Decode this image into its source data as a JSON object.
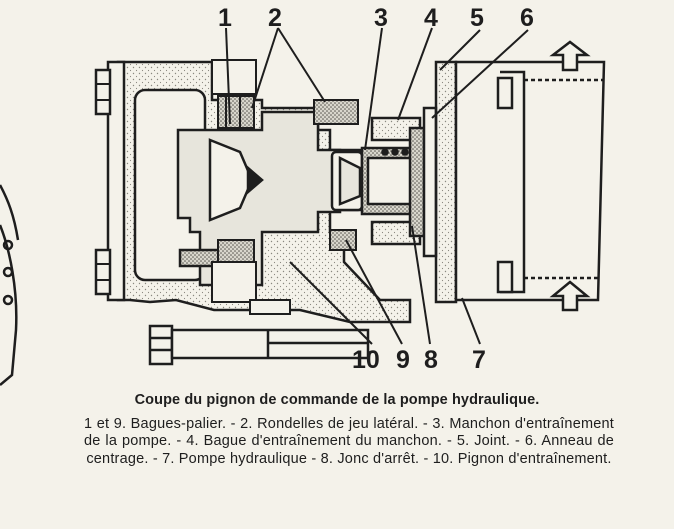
{
  "callouts": [
    {
      "id": "1",
      "label": "1"
    },
    {
      "id": "2",
      "label": "2"
    },
    {
      "id": "3",
      "label": "3"
    },
    {
      "id": "4",
      "label": "4"
    },
    {
      "id": "5",
      "label": "5"
    },
    {
      "id": "6",
      "label": "6"
    },
    {
      "id": "7",
      "label": "7"
    },
    {
      "id": "8",
      "label": "8"
    },
    {
      "id": "9",
      "label": "9"
    },
    {
      "id": "10",
      "label": "10"
    }
  ],
  "caption": {
    "title": "Coupe du pignon de commande de la pompe hydraulique.",
    "body": "1 et 9. Bagues-palier. - 2. Rondelles de jeu latéral. - 3. Manchon d'entraînement de la pompe. - 4. Bague d'entraînement du manchon. - 5. Joint. - 6. Anneau de centrage. - 7. Pompe hydraulique - 8. Jonc d'arrêt. - 10. Pignon d'entraînement."
  },
  "colors": {
    "paper": "#f4f2ea",
    "ink": "#1e1e1e",
    "stipple": "#8a8880"
  }
}
